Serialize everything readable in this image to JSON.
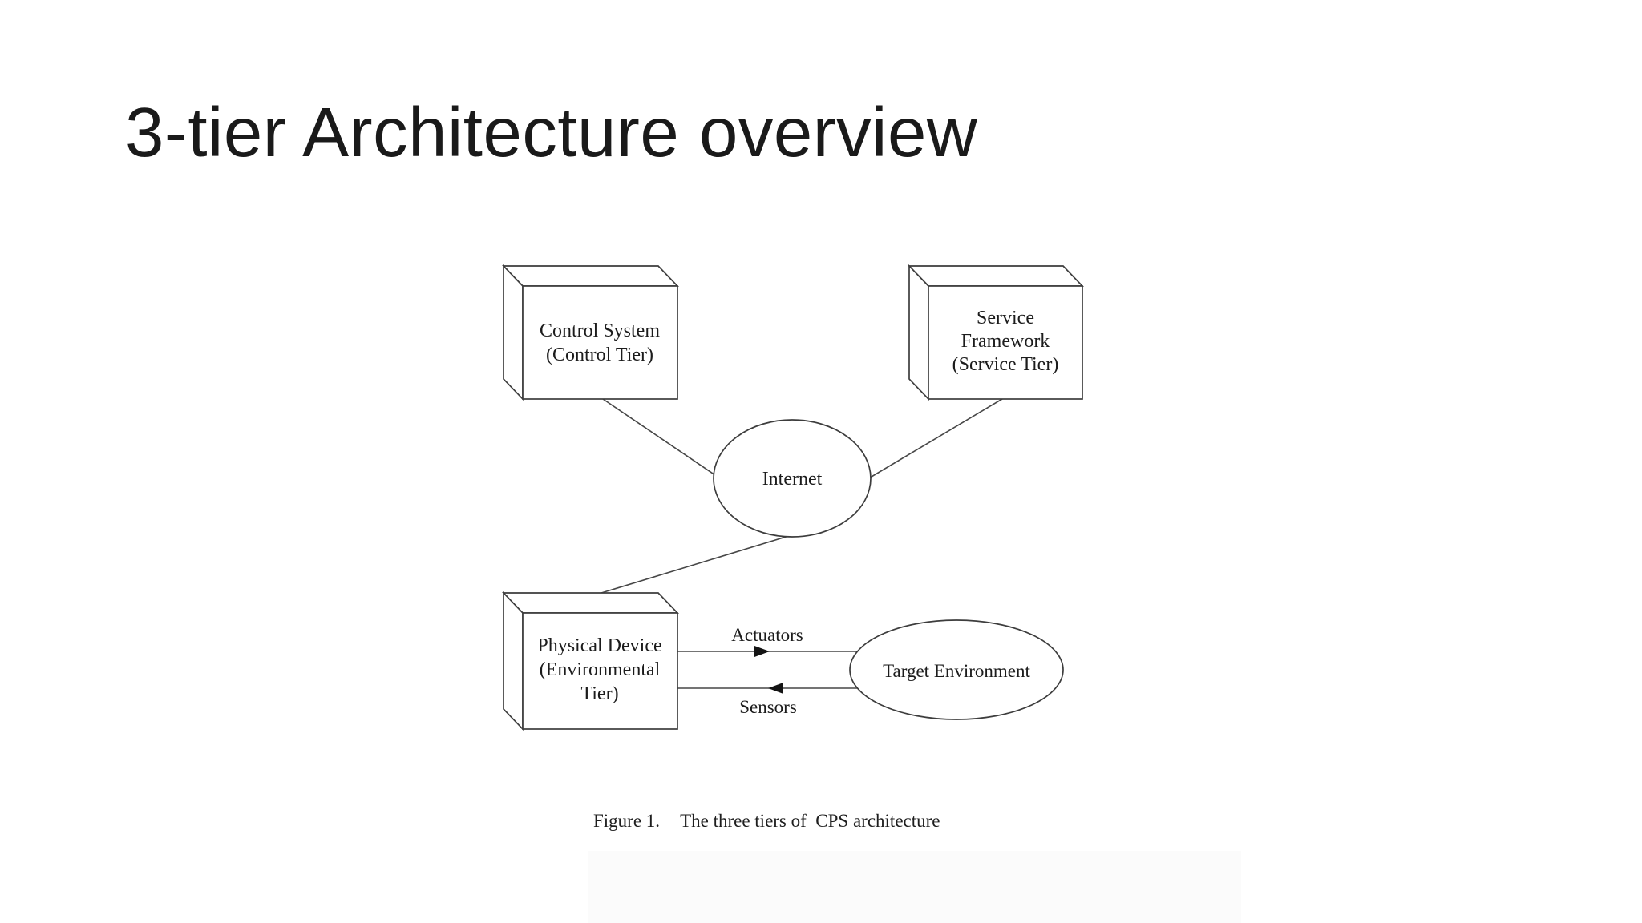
{
  "slide": {
    "title": "3-tier Architecture overview"
  },
  "figure": {
    "caption_label": "Figure 1.",
    "caption_text": "The three tiers of  CPS architecture",
    "colors": {
      "line_stroke": "#474747",
      "shape_stroke": "#3d3d3d",
      "text": "#1c1c1c",
      "background": "#ffffff",
      "scan_background": "#fbfbfb"
    }
  },
  "diagram": {
    "nodes": {
      "control": {
        "lines": [
          "Control System",
          "(Control Tier)"
        ]
      },
      "service": {
        "lines": [
          "Service",
          "Framework",
          "(Service Tier)"
        ]
      },
      "internet": {
        "label": "Internet"
      },
      "physical": {
        "lines": [
          "Physical Device",
          "(Environmental",
          "Tier)"
        ]
      },
      "target": {
        "label": "Target Environment"
      }
    },
    "edges": {
      "actuators_label": "Actuators",
      "sensors_label": "Sensors"
    }
  }
}
